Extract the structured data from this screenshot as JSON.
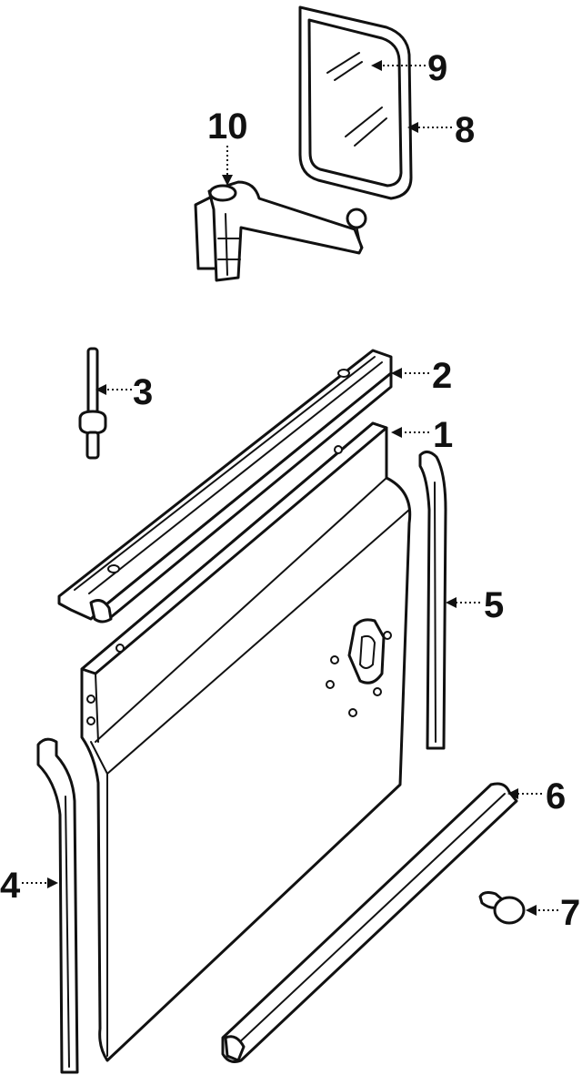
{
  "callouts": {
    "c1": "1",
    "c2": "2",
    "c3": "3",
    "c4": "4",
    "c5": "5",
    "c6": "6",
    "c7": "7",
    "c8": "8",
    "c9": "9",
    "c10": "10"
  },
  "colors": {
    "line": "#111111",
    "background": "#ffffff"
  }
}
